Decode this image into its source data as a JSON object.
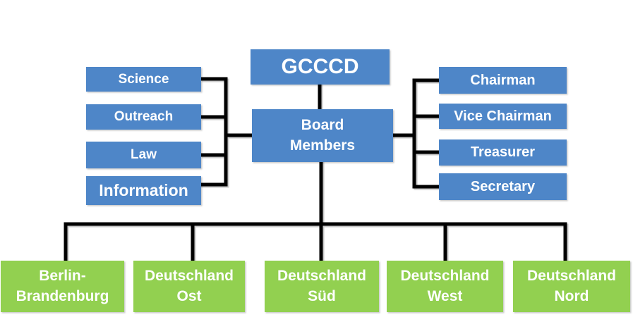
{
  "diagram": {
    "type": "org-chart",
    "root": {
      "label": "GCCCD"
    },
    "board": {
      "line1": "Board",
      "line2": "Members"
    },
    "left_departments": [
      {
        "label": "Science"
      },
      {
        "label": "Outreach"
      },
      {
        "label": "Law"
      },
      {
        "label": "Information"
      }
    ],
    "right_roles": [
      {
        "label": "Chairman"
      },
      {
        "label": "Vice Chairman"
      },
      {
        "label": "Treasurer"
      },
      {
        "label": "Secretary"
      }
    ],
    "regions": [
      {
        "line1": "Berlin-",
        "line2": "Brandenburg"
      },
      {
        "line1": "Deutschland",
        "line2": "Ost"
      },
      {
        "line1": "Deutschland",
        "line2": "Süd"
      },
      {
        "line1": "Deutschland",
        "line2": "West"
      },
      {
        "line1": "Deutschland",
        "line2": "Nord"
      }
    ],
    "colors": {
      "node_blue": "#4e86c8",
      "node_green": "#92d050",
      "connector": "#000000",
      "text": "#ffffff",
      "background": "#ffffff"
    }
  }
}
